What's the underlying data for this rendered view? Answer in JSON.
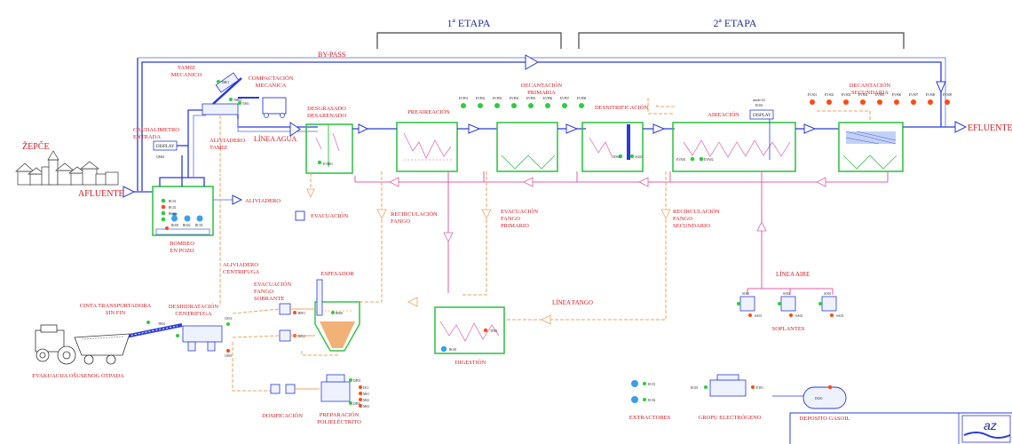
{
  "stages": {
    "stage1": "1ª ETAPA",
    "stage2": "2ª ETAPA"
  },
  "flows": {
    "bypass": "BY-PASS",
    "influent": "AFLUENTE",
    "effluent": "EFLUENTE",
    "water_line": "LÍNEA AGUA",
    "sludge_line": "LÍNEA FANGO",
    "air_line": "LÍNEA AIRE"
  },
  "town": {
    "name": "ŽEPČE"
  },
  "labels": {
    "screen": [
      "TAMIZ",
      "MECANICO"
    ],
    "compaction": [
      "COMPACTACIÓN",
      "MECANICA"
    ],
    "flowmeter": [
      "CAUDALIMETRO",
      "ENTRADA"
    ],
    "overflow_screen": [
      "ALIVIADERO",
      "TAMIZ"
    ],
    "degreasing": [
      "DESGRASADO",
      "DESARENADO"
    ],
    "preaeration": "PREAIREACIÓN",
    "primary_settling": [
      "DECANTACIÓN",
      "PRIMARIA"
    ],
    "denitrification": "DESNITRIFICACIÓN",
    "aeration": "AIREACIÓN",
    "secondary_settling": [
      "DECANTACIÓN",
      "SECUNDARIA"
    ],
    "overflow": "ALIVIADERO",
    "evacuation": "EVACUACIÓN",
    "recirc_sludge": [
      "RECIRCULACIÓN",
      "FANGO"
    ],
    "primary_sludge_evac": [
      "EVACUACIÓN",
      "FANGO",
      "PRIMARIO"
    ],
    "secondary_recirc": [
      "RECIRCULACIÓN",
      "FANGO",
      "SECUNDARIO"
    ],
    "pump_well": [
      "BOMBEO",
      "EN POZO"
    ],
    "centrifuge_overflow": [
      "ALIVIADERO",
      "CENTRIFUGA"
    ],
    "thickener": "ESPESADOR",
    "excess_sludge": [
      "EVACUACIÓN",
      "FANGO",
      "SOBRANTE"
    ],
    "conveyor": [
      "CINTA TRANSPORTADORA",
      "SIN FIN"
    ],
    "dewatering": [
      "DESHIDRATACIÓN",
      "CENTRIFUGA"
    ],
    "digestion": "DIGESTIÓN",
    "blowers": "SOPLANTES",
    "waste_evac": "EVAKUACIJA OŠUSENOG OTPADA",
    "dosing": "DOSIFICACIÓN",
    "polyelectrolyte": [
      "PREPARACIÓN",
      "POLIELÉCTRITO"
    ],
    "extractors": "EXTRACTORES",
    "generator": "GROPU ELECTRÓGENO",
    "fuel_tank": "DEPOSITO GASOIL",
    "display": "DISPLAY"
  },
  "tags": {
    "primary_valves": [
      "EVP01",
      "EVP02",
      "EVP03",
      "EVP04",
      "EVP05",
      "EVP06",
      "EVP07",
      "EVP08"
    ],
    "secondary_valves": [
      "EVS01",
      "EVS02",
      "EVS03",
      "EVS04",
      "EVS05",
      "EVS06",
      "EVS07",
      "EVS08",
      "EVS09"
    ],
    "tm01": "TM01",
    "tm02": "TM02",
    "ts01": "TS01",
    "qm01": "QM01",
    "evd01": "EVD01",
    "pump_well": [
      "BC01",
      "BC02",
      "BC03",
      "BO01",
      "BO02",
      "BC03"
    ],
    "den": [
      "TD01",
      "AG01"
    ],
    "aer": [
      "EVA01",
      "EVA02"
    ],
    "digestion": [
      "TD03",
      "BG01",
      "BQ01"
    ],
    "thick": [
      "BH01"
    ],
    "centrifuge": [
      "CE01",
      "CR01",
      "TR01",
      "TR02"
    ],
    "excess": [
      "BF01",
      "BF02"
    ],
    "poly": [
      "DP01",
      "DC1",
      "DP02",
      "MS1",
      "MS2",
      "MS3"
    ],
    "blowers": [
      "SO01",
      "SO02",
      "SO03",
      "SA01",
      "SA02",
      "SA03"
    ],
    "extractors": [
      "EC01",
      "EC02"
    ],
    "generator": [
      "EG01",
      "ET01"
    ],
    "fuel": [
      "DG01"
    ],
    "aer_ctrl": [
      "anode O2",
      "EO01"
    ]
  },
  "logo": "az",
  "colors": {
    "water": "#2a3bd6",
    "sludge": "#f0a35e",
    "recirculation": "#e05fa8",
    "tank": "#36c44b",
    "label": "#d81b24",
    "on": "#2ecc40",
    "off": "#ff4a12"
  }
}
